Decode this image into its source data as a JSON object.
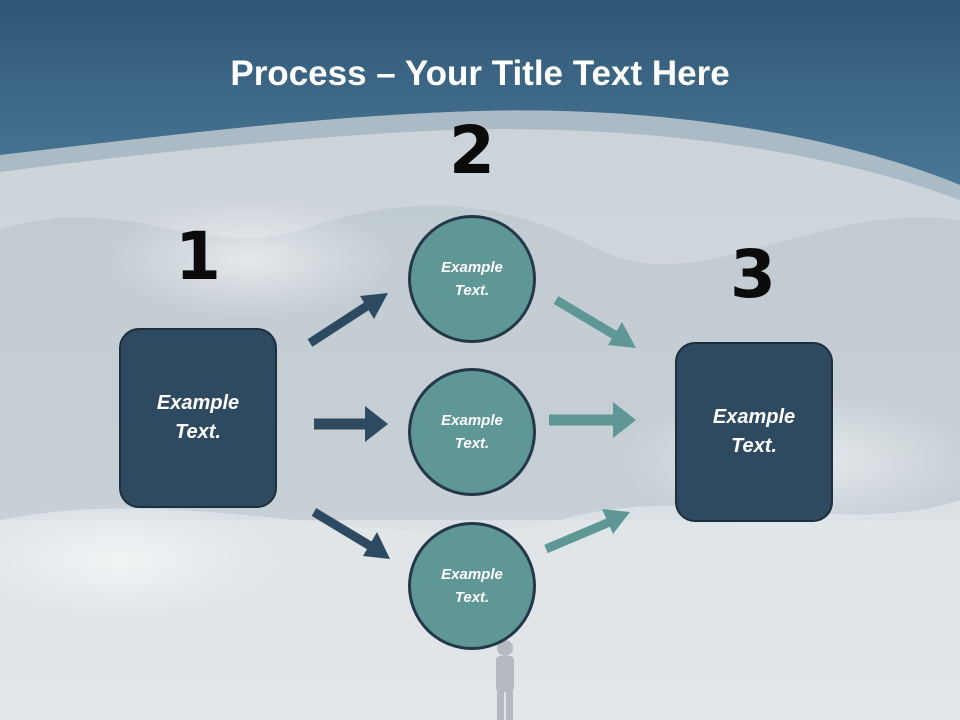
{
  "slide": {
    "title_bold": "Process",
    "title_rest": " – Your Title Text Here"
  },
  "steps": {
    "left": {
      "number": "1",
      "box_text": "Example\nText."
    },
    "middle": {
      "number": "2",
      "circles": [
        "Example\nText.",
        "Example\nText.",
        "Example\nText."
      ]
    },
    "right": {
      "number": "3",
      "box_text": "Example\nText."
    }
  },
  "colors": {
    "header": "#3c6785",
    "box_fill": "#2e4a60",
    "circle_fill": "#5f9796",
    "arrow_dark": "#2e4a60",
    "arrow_teal": "#5f9796"
  }
}
